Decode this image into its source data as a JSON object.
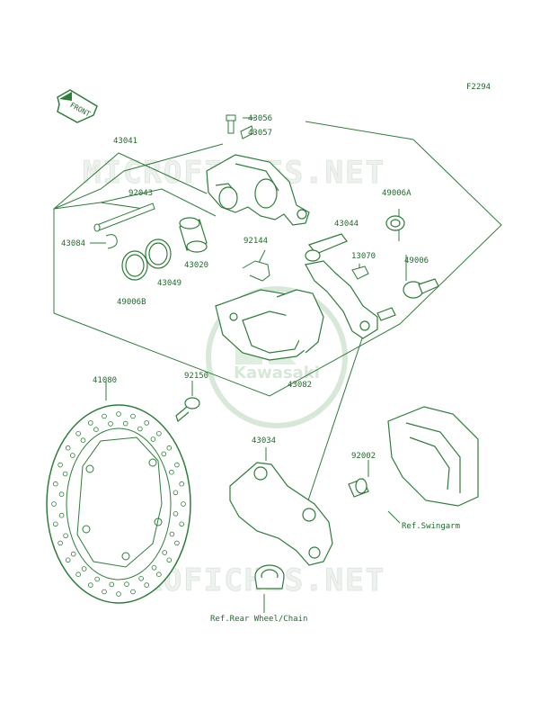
{
  "figure_id": "F2294",
  "front_arrow": {
    "text": "FRONT"
  },
  "watermark": {
    "text": "MICROFICHES.NET",
    "logo_text": "Kawasaki"
  },
  "parts": {
    "p43056": "43056",
    "p43057": "43057",
    "p43041": "43041",
    "p92043": "92043",
    "p43084": "43084",
    "p49006B": "49006B",
    "p43049": "43049",
    "p43020": "43020",
    "p92144": "92144",
    "p49006A": "49006A",
    "p43044": "43044",
    "p13070": "13070",
    "p49006": "49006",
    "p43082": "43082",
    "p41080": "41080",
    "p92150": "92150",
    "p43034": "43034",
    "p92002": "92002"
  },
  "refs": {
    "swingarm": "Ref.Swingarm",
    "rear_wheel": "Ref.Rear Wheel/Chain"
  },
  "colors": {
    "line": "#2e7d3a",
    "text": "#1f6b2a",
    "watermark": "#e4ebe4"
  }
}
